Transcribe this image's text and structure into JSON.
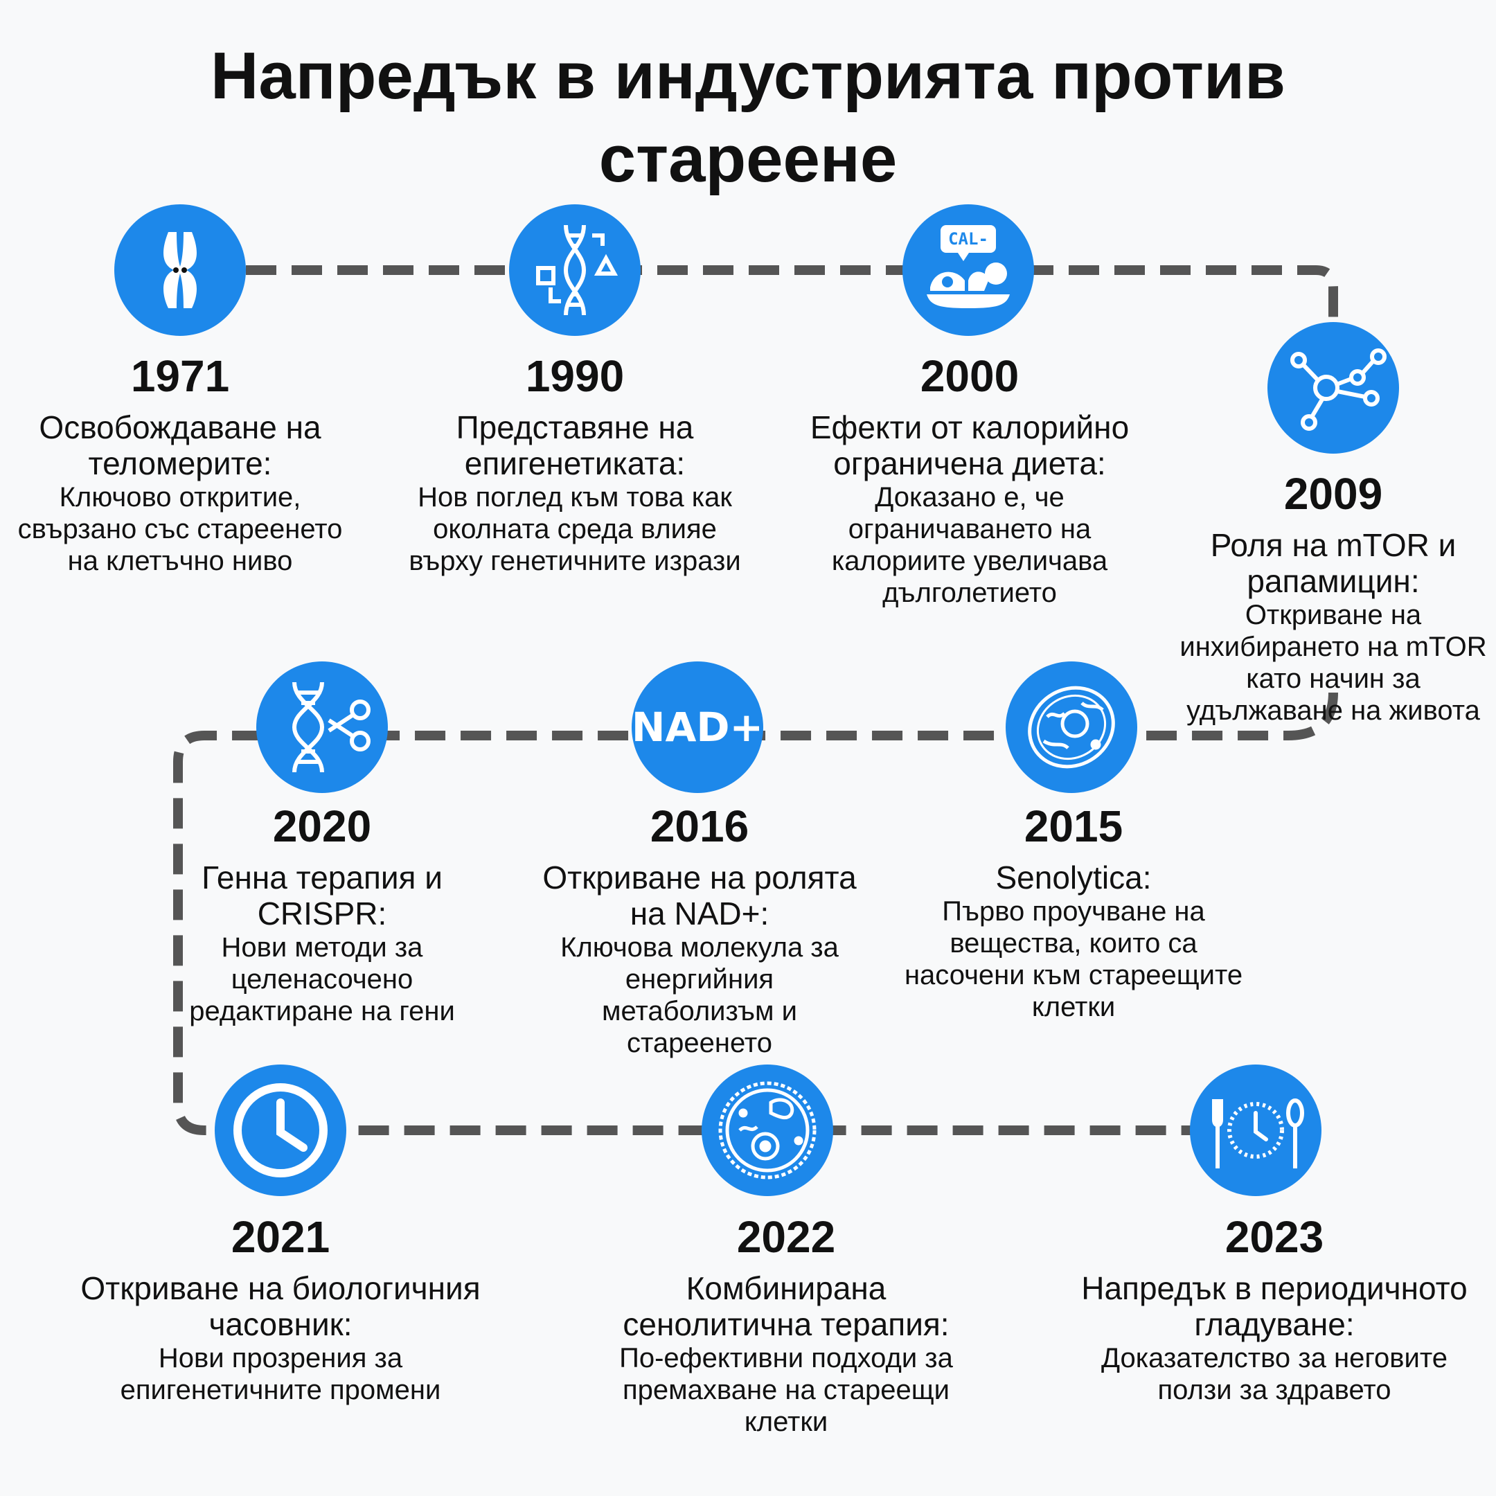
{
  "title": "Напредък в индустрията против стареене",
  "colors": {
    "accent": "#1d88ea",
    "line": "#555555",
    "background": "#f8f9fa"
  },
  "events": [
    {
      "year": "1971",
      "heading": "Освобождаване на теломерите:",
      "desc": "Ключово откритие, свързано със стареенето на клетъчно ниво",
      "icon": "chromosome-icon"
    },
    {
      "year": "1990",
      "heading": "Представяне на епигенетиката:",
      "desc": "Нов поглед към това как околната среда влияе върху генетичните изрази",
      "icon": "dna-icon"
    },
    {
      "year": "2000",
      "heading": "Ефекти от калорийно ограничена диета:",
      "desc": "Доказано е, че ограничаването на калориите увеличава дълголетието",
      "icon": "calorie-food-icon",
      "icon_label": "CAL-"
    },
    {
      "year": "2009",
      "heading": "Роля на mTOR и рапамицин:",
      "desc": "Откриване на инхибирането на mTOR като начин за удължаване на живота",
      "icon": "molecule-icon"
    },
    {
      "year": "2015",
      "heading": "Senolytica:",
      "desc": "Първо проучване на вещества, които са насочени към стареещите клетки",
      "icon": "cell-icon"
    },
    {
      "year": "2016",
      "heading": "Откриване на ролята на NAD+:",
      "desc": "Ключова молекула за енергийния метаболизъм и стареенето",
      "icon": "nad-icon",
      "icon_label": "NAD+"
    },
    {
      "year": "2020",
      "heading": "Генна терапия и CRISPR:",
      "desc": "Нови методи за целенасочено редактиране на гени",
      "icon": "dna-scissors-icon"
    },
    {
      "year": "2021",
      "heading": "Откриване на биологичния часовник:",
      "desc": "Нови прозрения за епигенетичните промени",
      "icon": "clock-icon"
    },
    {
      "year": "2022",
      "heading": "Комбинирана сенолитична терапия:",
      "desc": "По-ефективни подходи за премахване на стареещи клетки",
      "icon": "senescent-cell-icon"
    },
    {
      "year": "2023",
      "heading": "Напредък в периодичното гладуване:",
      "desc": "Доказателство за неговите ползи за здравето",
      "icon": "fasting-plate-icon"
    }
  ]
}
